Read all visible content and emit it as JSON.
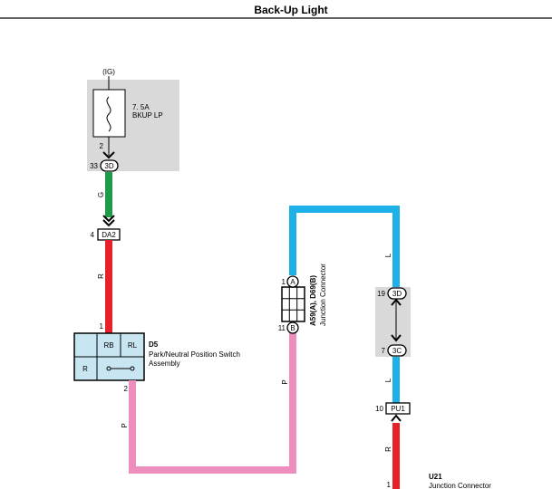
{
  "title": "Back-Up Light",
  "fuse": {
    "supply": "(IG)",
    "rating": "7. 5A",
    "name": "BKUP LP",
    "pin": "2",
    "connector_pin": "33",
    "connector": "3D"
  },
  "wires": {
    "green": "G",
    "red_top": "R",
    "pink_left": "P",
    "pink_mid": "P",
    "blue_top": "L",
    "blue_mid": "L",
    "red_right": "R"
  },
  "connector_da2": {
    "pin": "4",
    "label": "DA2"
  },
  "switch": {
    "id": "D5",
    "name_line1": "Park/Neutral Position Switch",
    "name_line2": "Assembly",
    "pin_top": "1",
    "pin_bottom": "2",
    "cell_rb": "RB",
    "cell_rl": "RL",
    "cell_r": "R"
  },
  "junction_a59": {
    "label_line1": "A59(A), D69(B)",
    "label_line2": "Junction Connector",
    "pin_a": "1",
    "term_a": "A",
    "pin_b": "11",
    "term_b": "B"
  },
  "junction_right": {
    "top_pin": "19",
    "top_conn": "3D",
    "bottom_pin": "7",
    "bottom_conn": "3C"
  },
  "connector_pu1": {
    "pin": "10",
    "label": "PU1"
  },
  "junction_u21": {
    "id": "U21",
    "name": "Junction Connector",
    "pin": "1"
  },
  "colors": {
    "green": "#1f9a48",
    "red": "#e8202a",
    "pink": "#ee8ebf",
    "blue": "#1eb1e7",
    "gray_box": "#d9d9d9",
    "switch_fill": "#c8e6f2"
  }
}
